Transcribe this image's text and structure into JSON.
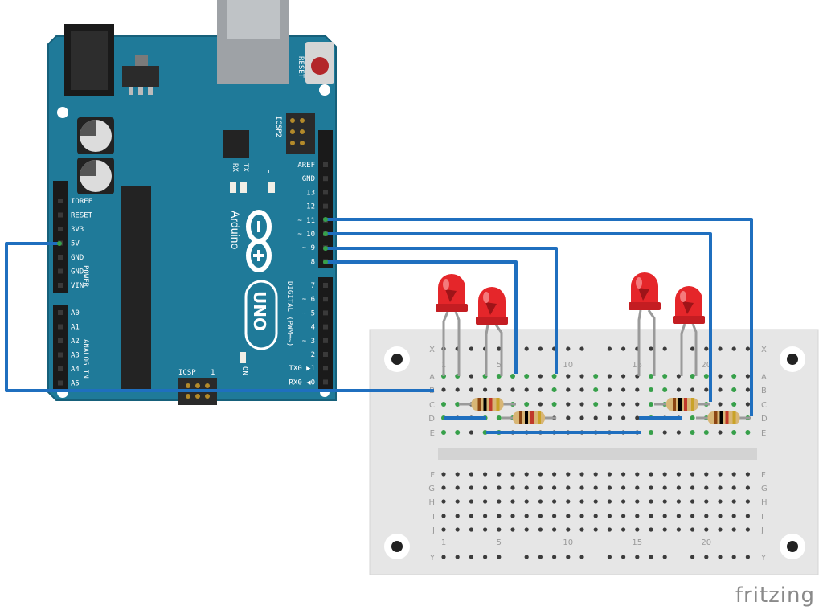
{
  "board": {
    "brand": "Arduino",
    "model": "UNO",
    "reset_label": "RESET",
    "icsp2_label": "ICSP2",
    "icsp_label": "ICSP",
    "icsp_pin1": "1",
    "on_label": "ON",
    "led_l_label": "L",
    "led_tx_label": "TX",
    "led_rx_label": "RX",
    "power_group": "POWER",
    "analog_group": "ANALOG IN",
    "digital_group": "DIGITAL (PWM=~)",
    "power_pins": [
      "IOREF",
      "RESET",
      "3V3",
      "5V",
      "GND",
      "GND",
      "VIN"
    ],
    "analog_pins": [
      "A0",
      "A1",
      "A2",
      "A3",
      "A4",
      "A5"
    ],
    "digital_high_pins": [
      "AREF",
      "GND",
      "13",
      "12",
      "~ 11",
      "~ 10",
      "~ 9",
      "8"
    ],
    "digital_low_pins": [
      "7",
      "~ 6",
      "~ 5",
      "4",
      "~ 3",
      "2",
      "TX0 ▶1",
      "RX0 ◀0"
    ]
  },
  "breadboard": {
    "top_rows": [
      "X",
      "A",
      "B",
      "C",
      "D",
      "E"
    ],
    "bottom_rows": [
      "F",
      "G",
      "H",
      "I",
      "J",
      "Y"
    ],
    "column_numbers": [
      "1",
      "5",
      "10",
      "15",
      "20"
    ]
  },
  "colors": {
    "board": "#1f7a99",
    "wire": "#1f6fbf",
    "led": "#e5262a",
    "breadboard": "#e6e6e6",
    "rail_green": "#37a04a"
  },
  "footer": {
    "logo": "fritzing"
  }
}
